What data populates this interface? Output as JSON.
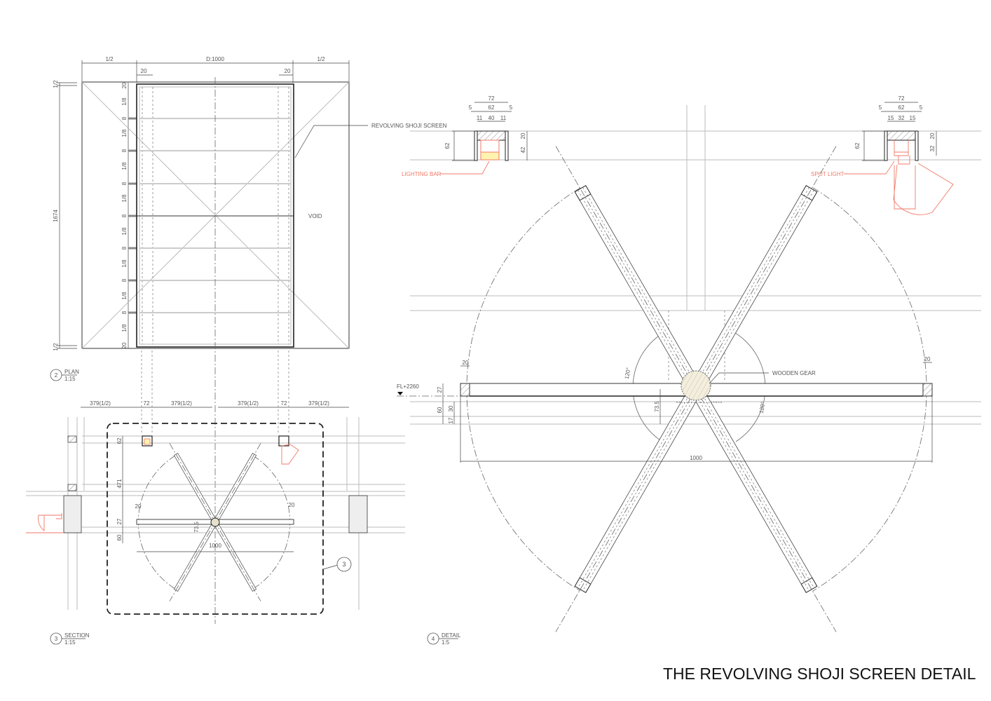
{
  "title": "THE REVOLVING SHOJI SCREEN DETAIL",
  "plan": {
    "number": "2",
    "name": "PLAN",
    "scale": "1:15",
    "dim_top": [
      "1/2",
      "D:1000",
      "1/2"
    ],
    "dim_top_inner": [
      "20",
      "20"
    ],
    "dim_left": [
      "1/2",
      "1674",
      "1/2"
    ],
    "dim_rows": [
      "20",
      "1/8",
      "8",
      "1/8",
      "8",
      "1/8",
      "8",
      "1/8",
      "8",
      "1/8",
      "8",
      "1/8",
      "8",
      "1/8",
      "8",
      "1/8",
      "20"
    ],
    "label_screen": "REVOLVING SHOJI SCREEN",
    "label_void": "VOID"
  },
  "section": {
    "number": "3",
    "name": "SECTION",
    "scale": "1:15",
    "callout": "3",
    "dim_top": [
      "379(1/2)",
      "72",
      "379(1/2)",
      "379(1/2)",
      "72",
      "379(1/2)"
    ],
    "dim_62": "62",
    "dim_471": "471",
    "dim_20_left": "20",
    "dim_20_right": "20",
    "dim_27": "27",
    "dim_73_5": "73.5",
    "dim_60": "60",
    "dim_1000": "1000"
  },
  "detail": {
    "number": "4",
    "name": "DETAIL",
    "scale": "1:5",
    "lighting_bar": {
      "label": "LIGHTING BAR",
      "w72": "72",
      "a": "5",
      "w62": "62",
      "b": "5",
      "c": "11",
      "d": "40",
      "e": "11",
      "h62": "62",
      "h20": "20",
      "h42": "42"
    },
    "spot_light": {
      "label": "SPOT LIGHT",
      "w72": "72",
      "a": "5",
      "w62": "62",
      "b": "5",
      "c": "15",
      "d": "32",
      "e": "15",
      "h62": "62",
      "h20": "20",
      "h32": "32"
    },
    "level": "FL+2260",
    "dim_27": "27",
    "dim_60": "60",
    "dim_30": "30",
    "dim_17": "17",
    "dim_20_left": "20",
    "dim_20_right": "20",
    "dim_1000": "1000",
    "dim_73_5": "73.5",
    "angle_1": "120°",
    "angle_2": "120°",
    "label_gear": "WOODEN GEAR"
  },
  "colors": {
    "line": "#333333",
    "annotation_red": "#f07a68",
    "light_fill": "#fff3b0"
  }
}
